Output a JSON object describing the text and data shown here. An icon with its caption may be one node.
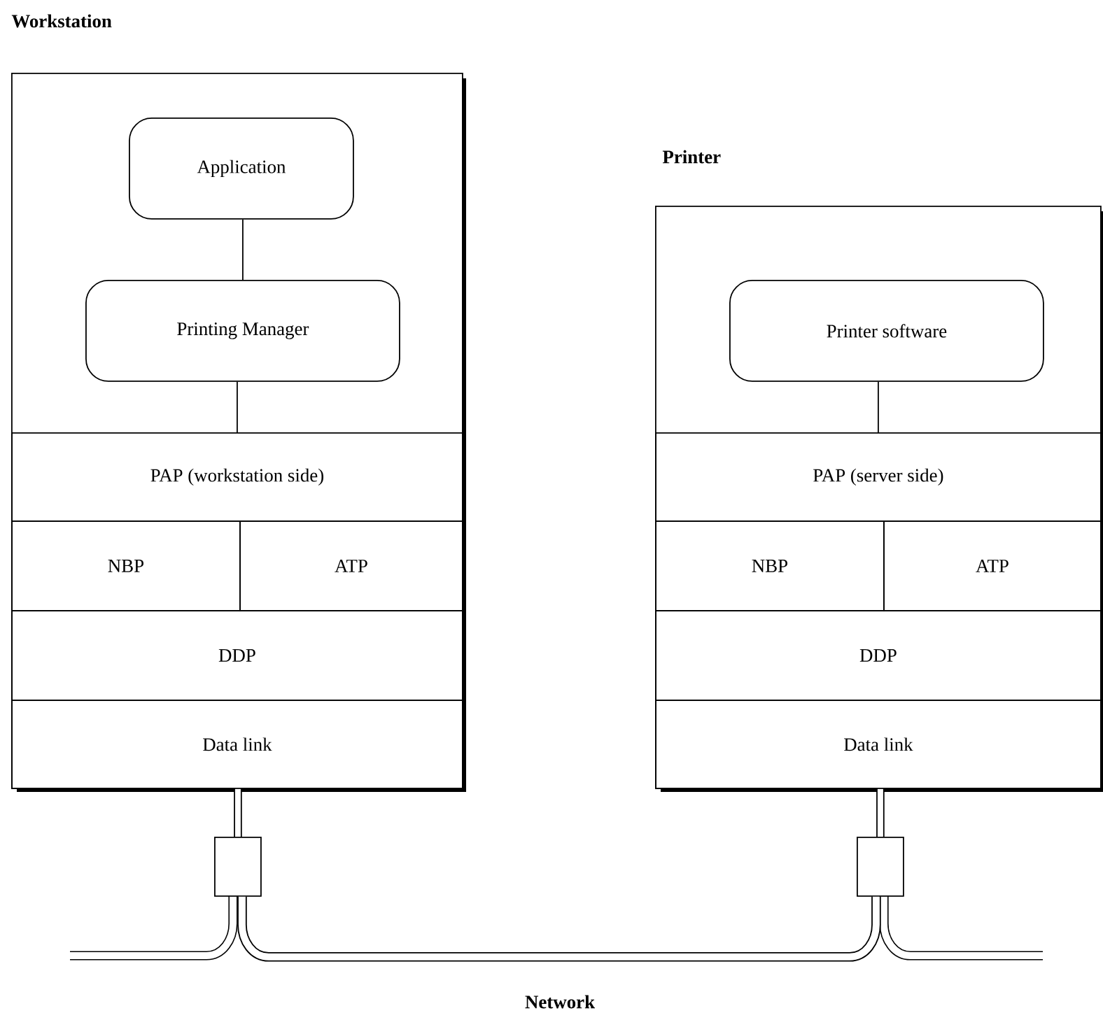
{
  "diagram": {
    "nodes": [
      {
        "text": [
          "Workstation"
        ]
      },
      {
        "text": [
          "Application"
        ],
        "in": 0
      },
      {
        "text": [
          "Printing Manager"
        ],
        "in": 0
      },
      {
        "text": [
          "PAP (workstation side)"
        ],
        "in": 0
      },
      {
        "text": [
          "NBP"
        ],
        "in": 0
      },
      {
        "text": [
          "ATP"
        ],
        "in": 0
      },
      {
        "text": [
          "DDP"
        ],
        "in": 0
      },
      {
        "text": [
          "Data link"
        ],
        "in": 0
      },
      {
        "text": [
          "Printer"
        ]
      },
      {
        "text": [
          "Printer software"
        ],
        "in": 8
      },
      {
        "text": [
          "PAP (server side)"
        ],
        "in": 8
      },
      {
        "text": [
          "NBP"
        ],
        "in": 8
      },
      {
        "text": [
          "ATP"
        ],
        "in": 8
      },
      {
        "text": [
          "DDP"
        ],
        "in": 8
      },
      {
        "text": [
          "Data link"
        ],
        "in": 8
      },
      {
        "text": [],
        "shape": "box"
      },
      {
        "text": [],
        "shape": "box"
      }
    ],
    "edges": [
      {
        "from": 1,
        "to": 2,
        "arrow": "none"
      },
      {
        "from": 2,
        "to": 3,
        "arrow": "none"
      },
      {
        "from": 9,
        "to": 10,
        "arrow": "none"
      },
      {
        "from": 7,
        "to": 15,
        "arrow": "none",
        "style": "thick"
      },
      {
        "from": 14,
        "to": 16,
        "arrow": "none",
        "style": "thick"
      },
      {
        "from": 15,
        "to": 16,
        "arrow": "none",
        "style": "thick"
      }
    ],
    "labels": [
      "Network"
    ]
  }
}
